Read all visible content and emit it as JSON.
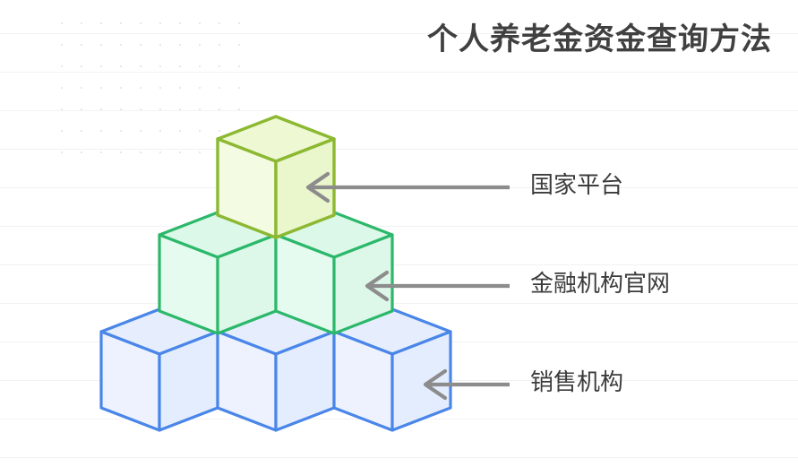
{
  "page": {
    "title": "个人养老金资金查询方法",
    "background_color": "#ffffff"
  },
  "diagram": {
    "type": "isometric-cube-pyramid",
    "levels": [
      {
        "id": "top",
        "label": "国家平台",
        "cube_count": 1,
        "stroke_color": "#8CB832",
        "fill_top": "#EEF9D4",
        "fill_left": "#F3FCE3",
        "fill_right": "#EAF6CC"
      },
      {
        "id": "middle",
        "label": "金融机构官网",
        "cube_count": 2,
        "stroke_color": "#2CB86A",
        "fill_top": "#DBF8E8",
        "fill_left": "#E6FBF0",
        "fill_right": "#DDF7E9"
      },
      {
        "id": "bottom",
        "label": "销售机构",
        "cube_count": 3,
        "stroke_color": "#4A86E8",
        "fill_top": "#E6EEFD",
        "fill_left": "#EDF2FE",
        "fill_right": "#E4EDFD"
      }
    ]
  },
  "annotations": {
    "arrow_color": "#8C8C8C",
    "items": [
      {
        "icon": "arrow-left-icon",
        "label": "国家平台"
      },
      {
        "icon": "arrow-left-icon",
        "label": "金融机构官网"
      },
      {
        "icon": "arrow-left-icon",
        "label": "销售机构"
      }
    ]
  }
}
